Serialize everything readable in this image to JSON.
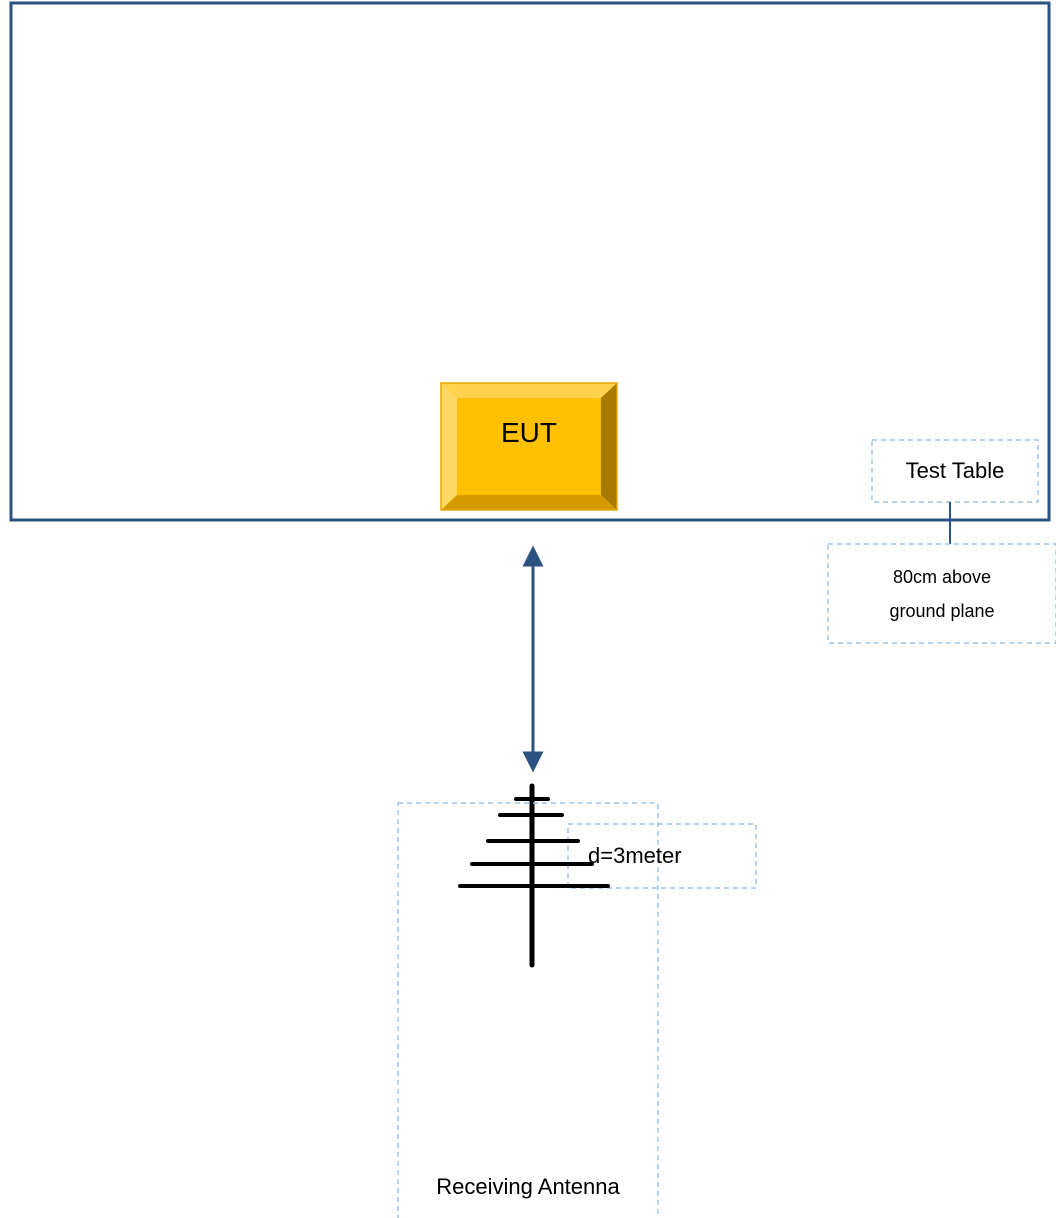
{
  "eut": {
    "label": "EUT",
    "fill_color": "#FFC000",
    "edge_color": "#E0A800"
  },
  "test_table": {
    "label": "Test Table",
    "border_color": "#2C5282"
  },
  "table_height": {
    "line1": "80cm above",
    "line2": "ground plane"
  },
  "distance": {
    "label": "d=3meter",
    "arrow_color": "#2C5282"
  },
  "antenna": {
    "label": "Receiving Antenna",
    "icon": "antenna-icon"
  },
  "callout_border_color": "#9DC3E6"
}
